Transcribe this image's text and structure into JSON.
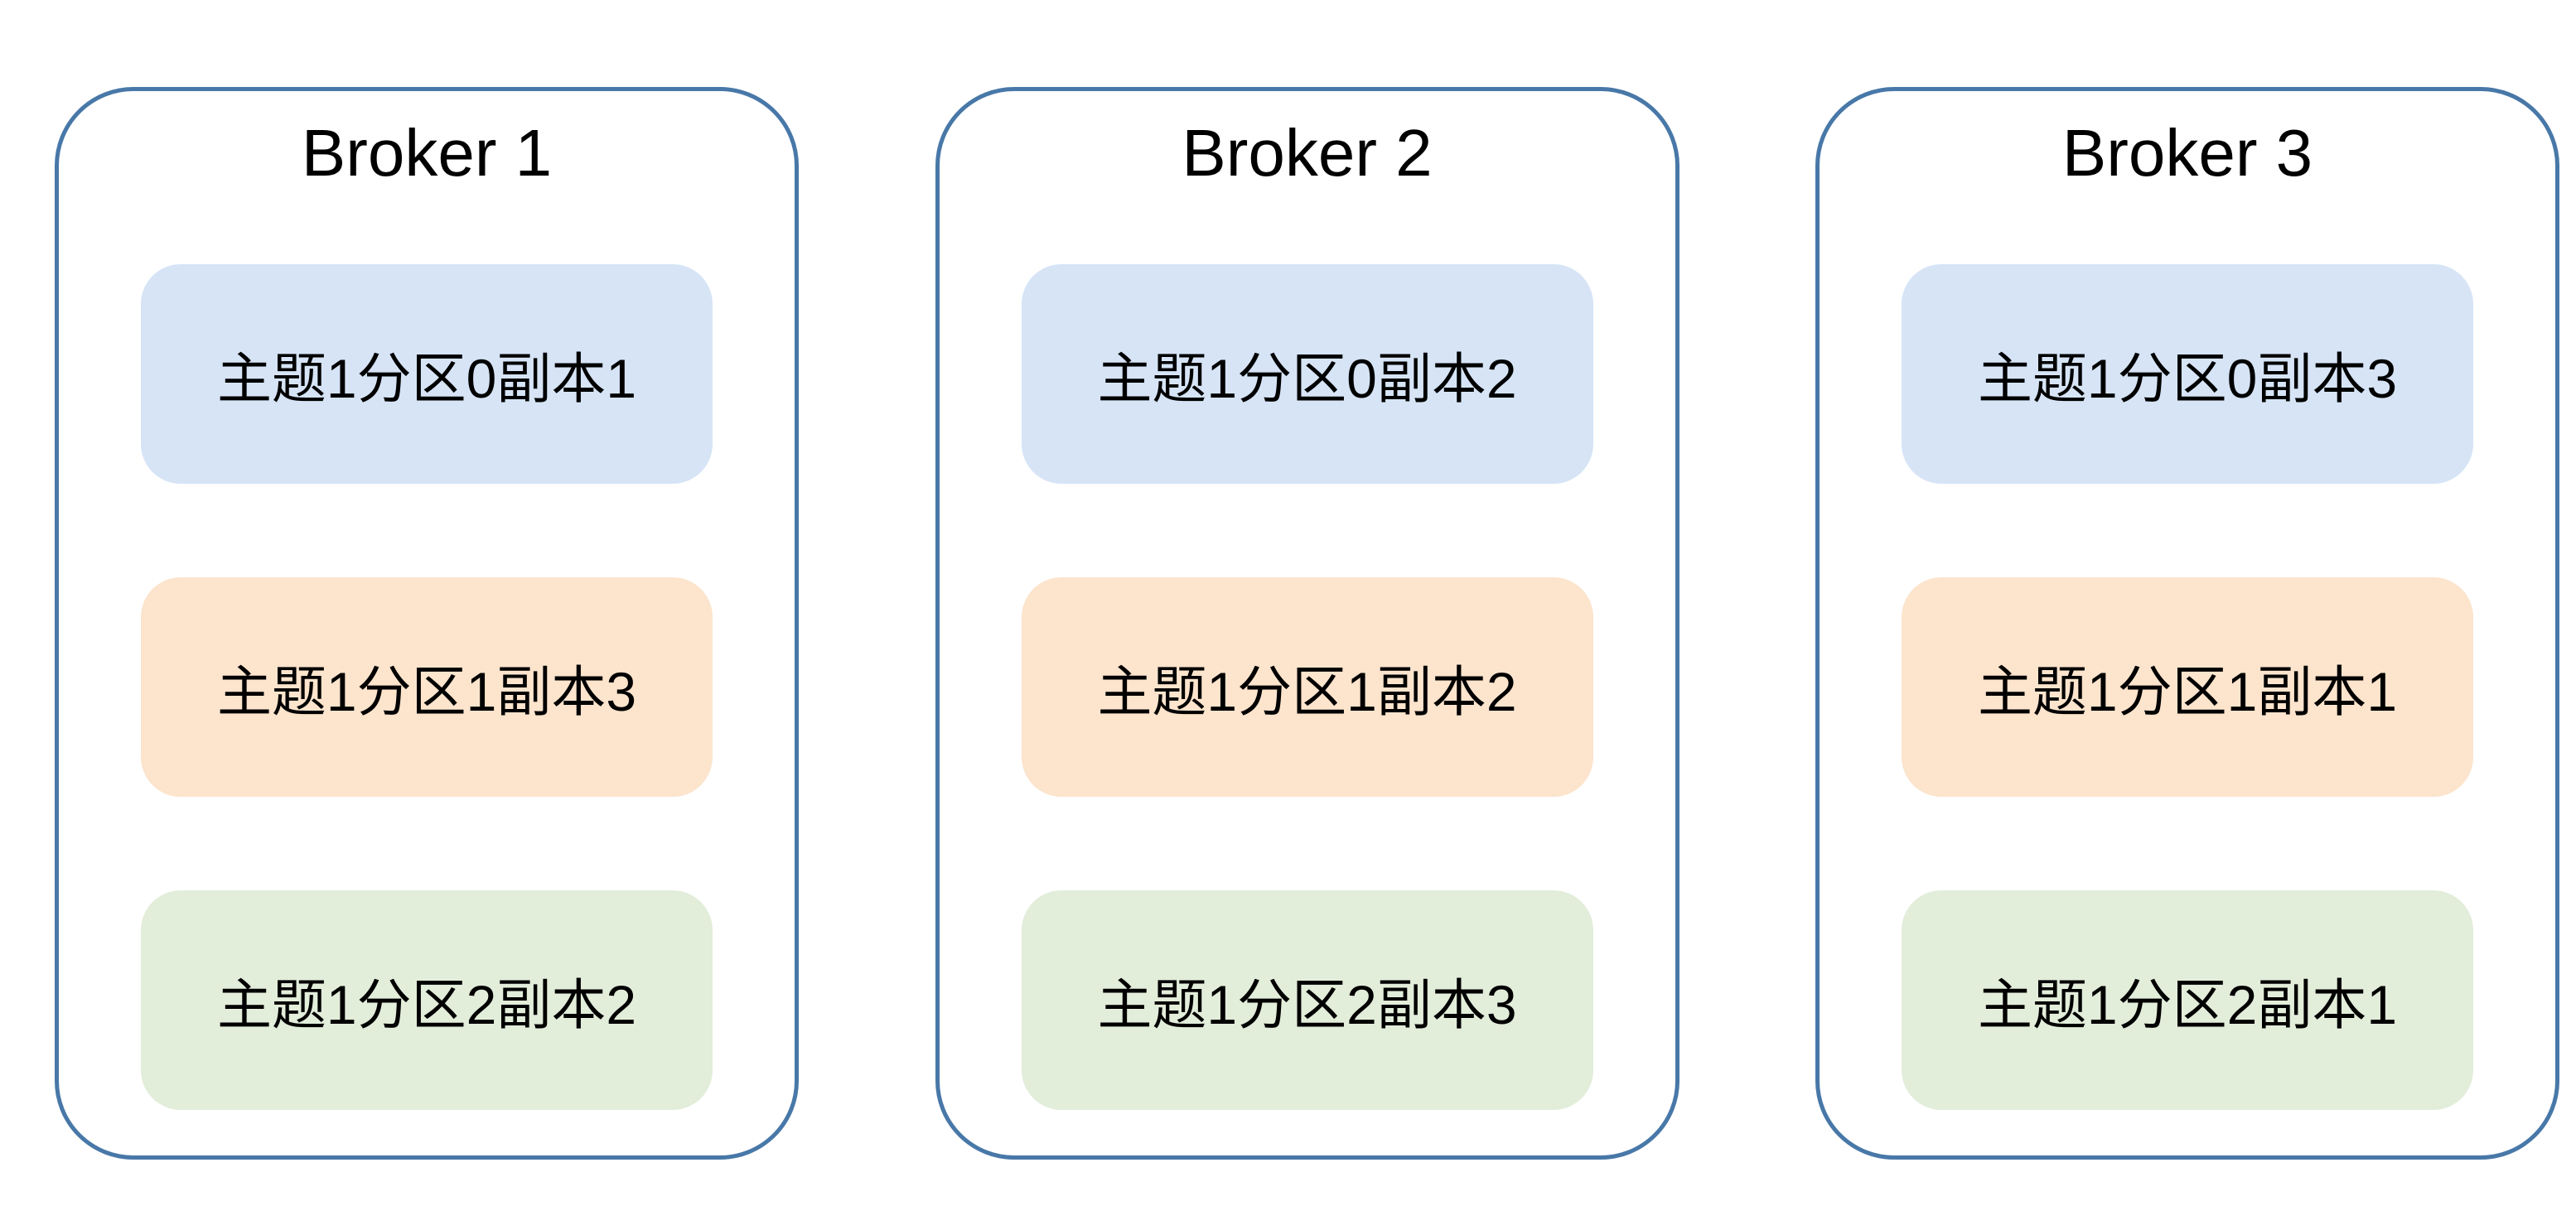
{
  "diagram": {
    "type": "kafka-replica-distribution",
    "colors": {
      "border": "#4878A8",
      "blue": "#D6E4F6",
      "orange": "#FCE4CD",
      "green": "#E2EDDA"
    },
    "brokers": [
      {
        "title": "Broker 1",
        "replicas": [
          {
            "label": "主题1分区0副本1",
            "color": "blue"
          },
          {
            "label": "主题1分区1副本3",
            "color": "orange"
          },
          {
            "label": "主题1分区2副本2",
            "color": "green"
          }
        ]
      },
      {
        "title": "Broker 2",
        "replicas": [
          {
            "label": "主题1分区0副本2",
            "color": "blue"
          },
          {
            "label": "主题1分区1副本2",
            "color": "orange"
          },
          {
            "label": "主题1分区2副本3",
            "color": "green"
          }
        ]
      },
      {
        "title": "Broker 3",
        "replicas": [
          {
            "label": "主题1分区0副本3",
            "color": "blue"
          },
          {
            "label": "主题1分区1副本1",
            "color": "orange"
          },
          {
            "label": "主题1分区2副本1",
            "color": "green"
          }
        ]
      }
    ]
  }
}
